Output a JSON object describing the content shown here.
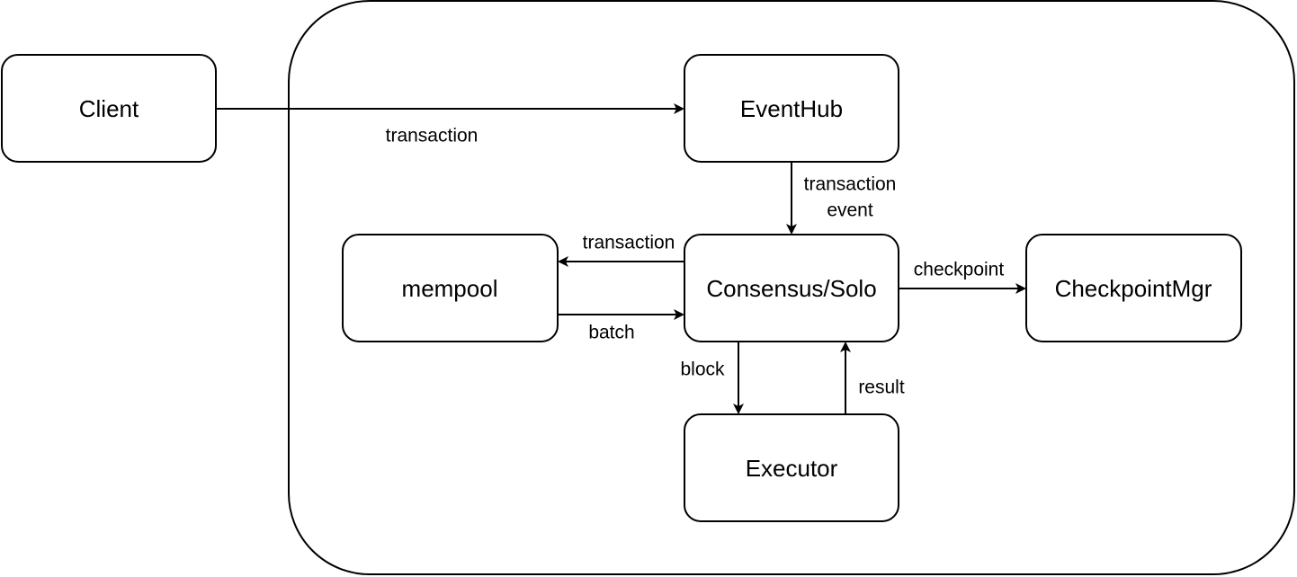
{
  "nodes": {
    "client": "Client",
    "eventhub": "EventHub",
    "mempool": "mempool",
    "consensus": "Consensus/Solo",
    "checkpointmgr": "CheckpointMgr",
    "executor": "Executor"
  },
  "edges": {
    "client_to_eventhub": "transaction",
    "eventhub_to_consensus_line1": "transaction",
    "eventhub_to_consensus_line2": "event",
    "consensus_to_mempool": "transaction",
    "mempool_to_consensus": "batch",
    "consensus_to_checkpointmgr": "checkpoint",
    "consensus_to_executor": "block",
    "executor_to_consensus": "result"
  }
}
